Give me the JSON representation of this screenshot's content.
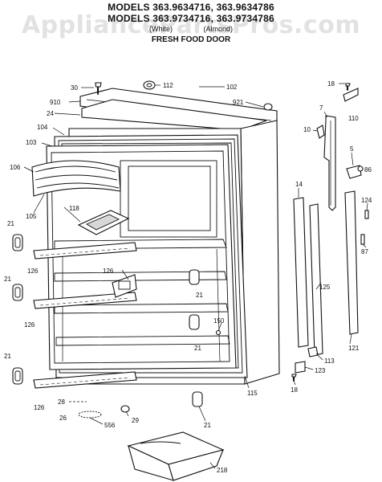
{
  "header": {
    "models_line1": "MODELS 363.9634716, 363.9634786",
    "models_line2": "MODELS 363.9734716, 363.9734786",
    "variant_white": "(White)",
    "variant_almond": "(Almond)",
    "section_title": "FRESH FOOD DOOR"
  },
  "watermark": "AppliancePartsPros.com",
  "part_labels": {
    "p5": "5",
    "p7": "7",
    "p10": "10",
    "p14": "14",
    "p18a": "18",
    "p18b": "18",
    "p21a": "21",
    "p21b": "21",
    "p21c": "21",
    "p21d": "21",
    "p21e": "21",
    "p21f": "21",
    "p24": "24",
    "p26": "26",
    "p28": "28",
    "p29": "29",
    "p30": "30",
    "p86": "86",
    "p87": "87",
    "p102": "102",
    "p103": "103",
    "p104": "104",
    "p105": "105",
    "p106": "106",
    "p110": "110",
    "p112": "112",
    "p113": "113",
    "p115": "115",
    "p118": "118",
    "p121": "121",
    "p123": "123",
    "p124": "124",
    "p125": "125",
    "p126a": "126",
    "p126b": "126",
    "p126c": "126",
    "p126d": "126",
    "p150": "150",
    "p218": "218",
    "p556": "556",
    "p910": "910",
    "p921": "921"
  },
  "colors": {
    "line": "#111111",
    "watermark": "#bebebe",
    "background": "#ffffff"
  }
}
